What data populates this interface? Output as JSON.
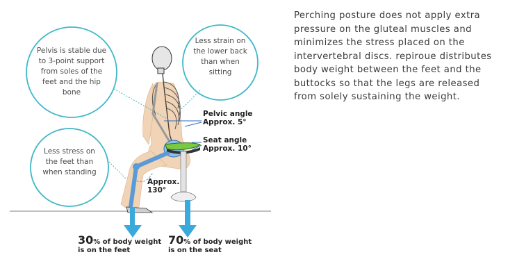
{
  "bubbles": {
    "pelvis": "Pelvis is stable due to 3-point support from soles of the feet and the hip bone",
    "lower_back": "Less strain on the lower back than when sitting",
    "feet": "Less stress on the feet than when standing"
  },
  "angles": {
    "pelvic_line1": "Pelvic angle",
    "pelvic_line2": "Approx. 5°",
    "seat_line1": "Seat angle",
    "seat_line2": "Approx. 10°",
    "knee_line1": "Approx.",
    "knee_line2": "130°"
  },
  "weights": {
    "feet_pct": "30",
    "feet_text1": "% of body weight",
    "feet_text2": "is on the feet",
    "seat_pct": "70",
    "seat_text1": "% of body weight",
    "seat_text2": "is on the seat"
  },
  "description": "Perching posture does not apply extra pressure on the gluteal muscles and minimizes the stress placed on the intervertebral discs. repiroue distributes body weight between the feet and the buttocks so that the legs are released from solely sustaining the weight.",
  "colors": {
    "circle": "#3fb8c6",
    "arrow": "#3aa9dc",
    "seat": "#7ac943",
    "skin": "#f1d3b5",
    "bone": "#5a9ad6"
  }
}
